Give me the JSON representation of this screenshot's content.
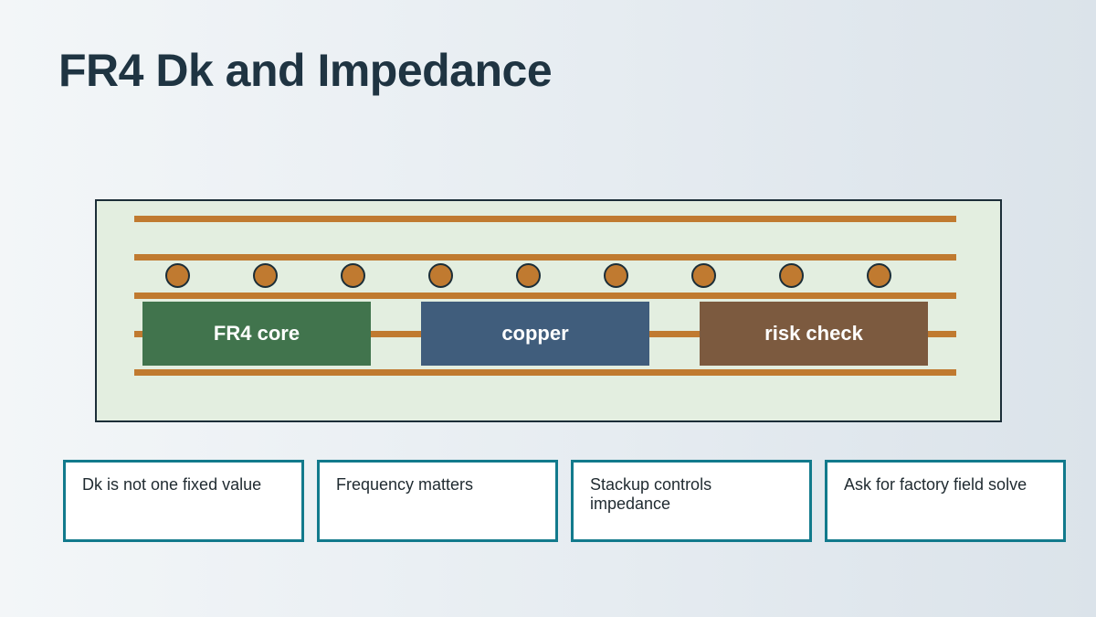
{
  "title": "FR4 Dk and Impedance",
  "diagram": {
    "trace_color": "#c07a30",
    "board_background": "#e3eee0",
    "via_count": 9,
    "blocks": [
      {
        "label": "FR4 core",
        "color": "#41744d"
      },
      {
        "label": "copper",
        "color": "#405d7c"
      },
      {
        "label": "risk check",
        "color": "#7c5a3f"
      }
    ]
  },
  "cards": [
    {
      "text": "Dk is not one fixed value"
    },
    {
      "text": "Frequency matters"
    },
    {
      "text": "Stackup controls impedance"
    },
    {
      "text": "Ask for factory field solve"
    }
  ],
  "card_border_color": "#127a8c"
}
